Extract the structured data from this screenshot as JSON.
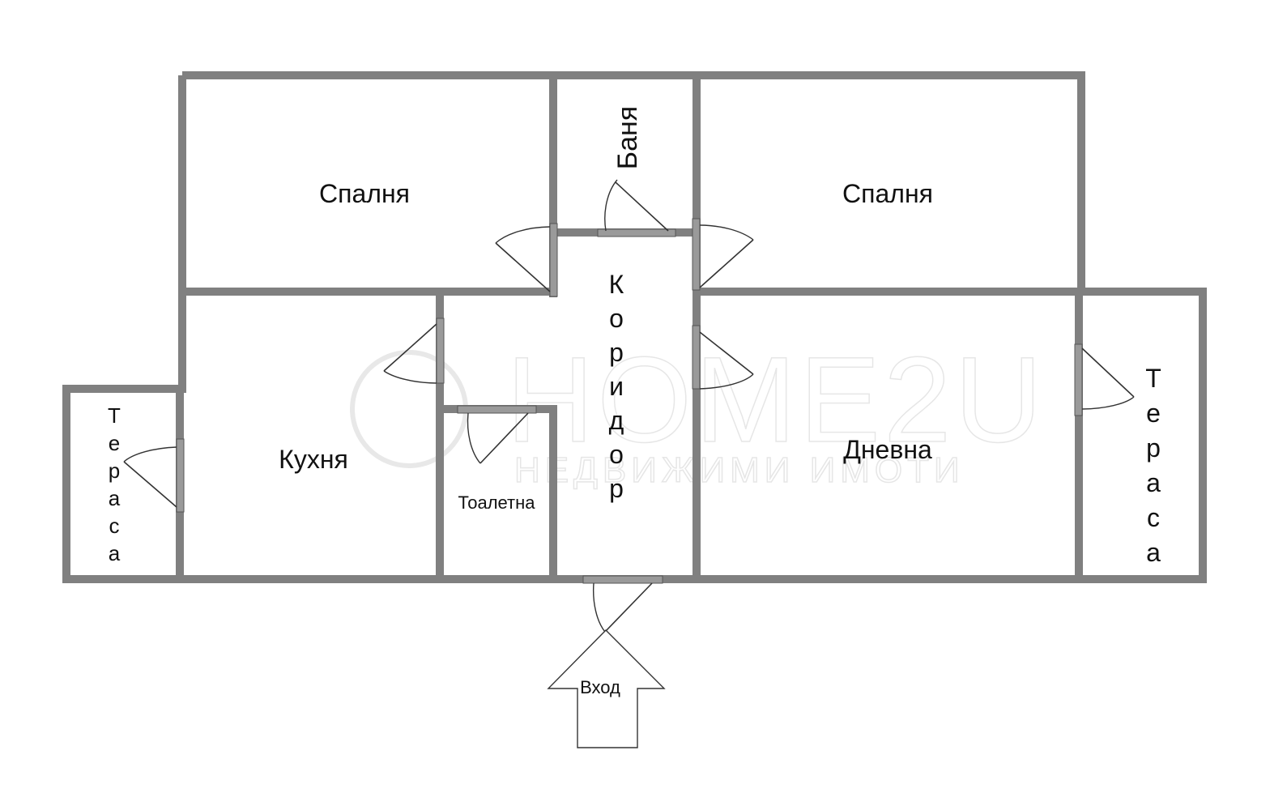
{
  "rooms": {
    "bedroom_left": "Спалня",
    "bathroom": "Баня",
    "bedroom_right": "Спалня",
    "corridor": "Коридор",
    "kitchen": "Кухня",
    "toilet": "Тоалетна",
    "living_room": "Дневна",
    "terrace_left": "Тераса",
    "terrace_right": "Тераса"
  },
  "entrance": {
    "label": "Вход"
  },
  "watermark": {
    "brand": "HOME2U",
    "tagline": "НЕДВИЖИМИ ИМОТИ"
  },
  "colors": {
    "wall": "#808080",
    "door": "#9a9a9a",
    "text": "#111111"
  }
}
